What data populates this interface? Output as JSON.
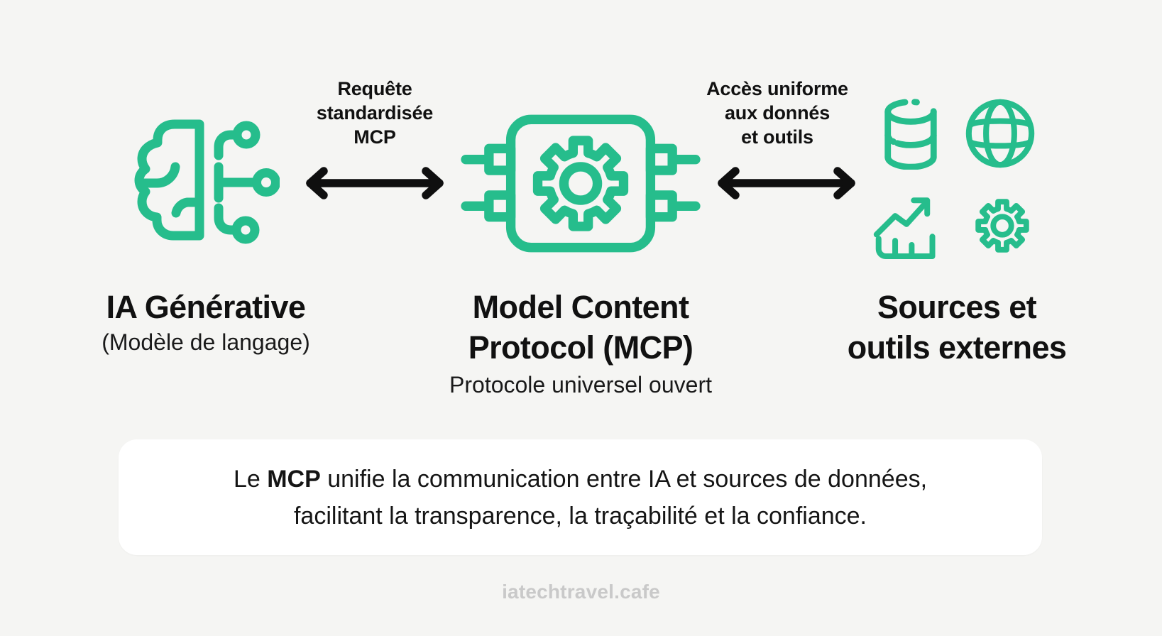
{
  "colors": {
    "background": "#f5f5f3",
    "accent": "#26bd8c",
    "text": "#111111",
    "arrow": "#0f0f0f",
    "card_background": "#ffffff",
    "footer_text": "#c9c9c9"
  },
  "diagram": {
    "nodes": [
      {
        "id": "ia-generative",
        "icon": "brain-circuit-icon",
        "title": "IA Générative",
        "subtitle": "(Modèle de langage)"
      },
      {
        "id": "mcp",
        "icon": "chip-gear-icon",
        "title_line1": "Model Content",
        "title_line2": "Protocol (MCP)",
        "subtitle": "Protocole universel ouvert"
      },
      {
        "id": "sources-externes",
        "icons": [
          "database-icon",
          "globe-icon",
          "chart-growth-icon",
          "gear-icon"
        ],
        "title_line1": "Sources et",
        "title_line2": "outils externes"
      }
    ],
    "connections": [
      {
        "arrow": "double-headed-arrow",
        "label_line1": "Requête",
        "label_line2": "standardisée",
        "label_line3": "MCP"
      },
      {
        "arrow": "double-headed-arrow",
        "label_line1": "Accès uniforme",
        "label_line2": "aux donnés",
        "label_line3": "et outils"
      }
    ]
  },
  "summary": {
    "line1_prefix": "Le ",
    "line1_bold": "MCP",
    "line1_rest": " unifie la communication entre IA et sources de données,",
    "line2": "facilitant la transparence, la traçabilité et la confiance."
  },
  "footer": {
    "site": "iatechtravel.cafe"
  }
}
